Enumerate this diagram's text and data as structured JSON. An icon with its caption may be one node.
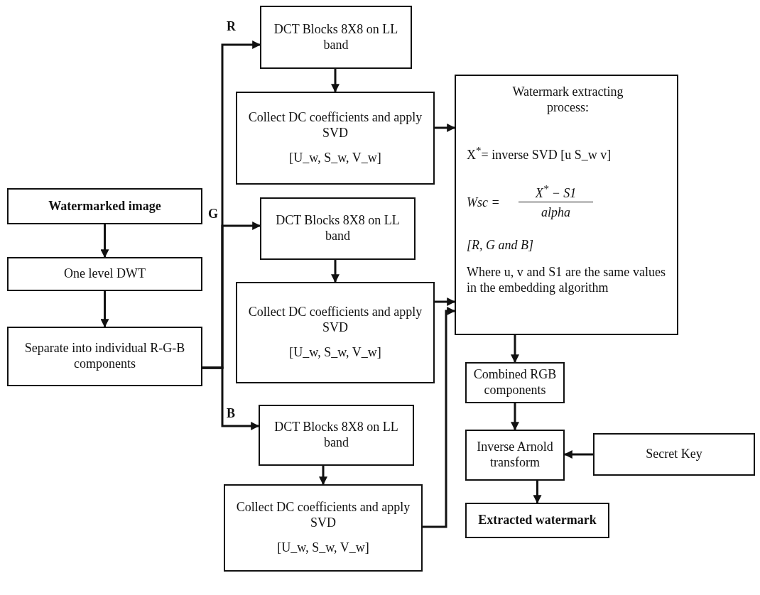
{
  "diagram": {
    "nodes": [
      {
        "text": [
          "Watermarked image"
        ]
      },
      {
        "text": [
          "One level DWT"
        ]
      },
      {
        "text": [
          "Separate into individual R-G-B components"
        ]
      },
      {
        "text": [
          "DCT Blocks 8X8 on LL band"
        ]
      },
      {
        "text": [
          "Collect DC coefficients and apply SVD",
          "[U_w, S_w, V_w]"
        ]
      },
      {
        "text": [
          "DCT Blocks 8X8 on LL band"
        ]
      },
      {
        "text": [
          "Collect DC coefficients and apply SVD",
          "[U_w, S_w, V_w]"
        ]
      },
      {
        "text": [
          "DCT Blocks 8X8 on LL band"
        ]
      },
      {
        "text": [
          "Collect DC coefficients and apply SVD",
          "[U_w, S_w, V_w]"
        ]
      },
      {
        "text": [
          "Watermark extracting process:",
          "X$^{*}$= inverse SVD [u S_w v]",
          "Wsc =",
          "X$^{*}$ − S1",
          "alpha",
          "[R, G and B]",
          "Where u, v and S1 are the same values in the embedding algorithm"
        ]
      },
      {
        "text": [
          "Combined RGB components"
        ]
      },
      {
        "text": [
          "Inverse Arnold transform"
        ]
      },
      {
        "text": [
          "Secret Key"
        ]
      },
      {
        "text": [
          "Extracted watermark"
        ]
      }
    ],
    "edges": [
      {
        "from": 0,
        "to": 1,
        "arrow": "to"
      },
      {
        "from": 1,
        "to": 2,
        "arrow": "to"
      },
      {
        "from": 2,
        "to": 3,
        "arrow": "to",
        "label": "R"
      },
      {
        "from": 2,
        "to": 5,
        "arrow": "to",
        "label": "G"
      },
      {
        "from": 2,
        "to": 7,
        "arrow": "to",
        "label": "B"
      },
      {
        "from": 3,
        "to": 4,
        "arrow": "to"
      },
      {
        "from": 5,
        "to": 6,
        "arrow": "to"
      },
      {
        "from": 7,
        "to": 8,
        "arrow": "to"
      },
      {
        "from": 4,
        "to": 9,
        "arrow": "to"
      },
      {
        "from": 6,
        "to": 9,
        "arrow": "to"
      },
      {
        "from": 8,
        "to": 9,
        "arrow": "to"
      },
      {
        "from": 9,
        "to": 10,
        "arrow": "to"
      },
      {
        "from": 10,
        "to": 11,
        "arrow": "to"
      },
      {
        "from": 12,
        "to": 11,
        "arrow": "to"
      },
      {
        "from": 11,
        "to": 13,
        "arrow": "to"
      }
    ]
  }
}
